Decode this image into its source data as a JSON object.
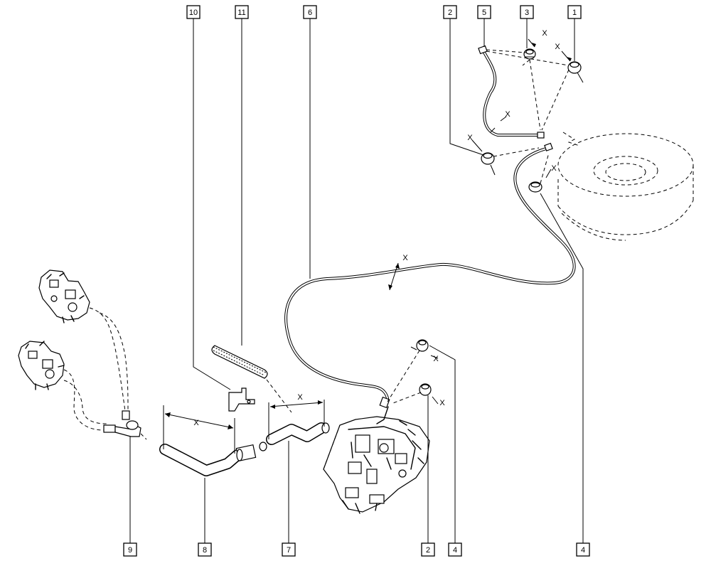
{
  "callouts": {
    "top": [
      "10",
      "11",
      "6",
      "2",
      "5",
      "3",
      "1"
    ],
    "bottom": [
      "9",
      "8",
      "7",
      "2",
      "4",
      "4"
    ]
  },
  "dimension_label": "X"
}
